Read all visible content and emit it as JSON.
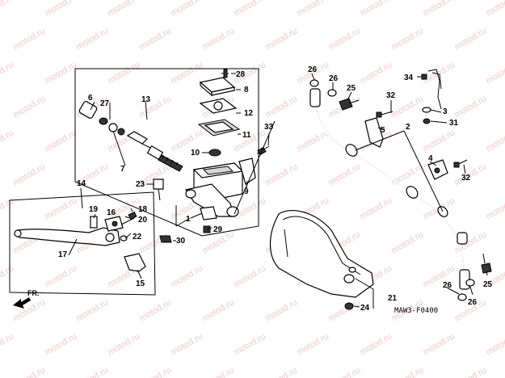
{
  "watermark": "motod.ru",
  "diagram_code": "MAW3-F0400",
  "direction_label": "FR.",
  "callouts": [
    {
      "id": "c1",
      "text": "1"
    },
    {
      "id": "c2",
      "text": "2"
    },
    {
      "id": "c3",
      "text": "3"
    },
    {
      "id": "c4",
      "text": "4"
    },
    {
      "id": "c5",
      "text": "5"
    },
    {
      "id": "c6",
      "text": "6"
    },
    {
      "id": "c7",
      "text": "7"
    },
    {
      "id": "c8",
      "text": "8"
    },
    {
      "id": "c9",
      "text": "9"
    },
    {
      "id": "c10",
      "text": "10"
    },
    {
      "id": "c11",
      "text": "11"
    },
    {
      "id": "c12",
      "text": "12"
    },
    {
      "id": "c13",
      "text": "13"
    },
    {
      "id": "c14",
      "text": "14"
    },
    {
      "id": "c15",
      "text": "15"
    },
    {
      "id": "c16",
      "text": "16"
    },
    {
      "id": "c17",
      "text": "17"
    },
    {
      "id": "c18",
      "text": "18"
    },
    {
      "id": "c19",
      "text": "19"
    },
    {
      "id": "c20",
      "text": "20"
    },
    {
      "id": "c21",
      "text": "21"
    },
    {
      "id": "c22",
      "text": "22"
    },
    {
      "id": "c23",
      "text": "23"
    },
    {
      "id": "c24",
      "text": "24"
    },
    {
      "id": "c25a",
      "text": "25"
    },
    {
      "id": "c25b",
      "text": "25"
    },
    {
      "id": "c26a",
      "text": "26"
    },
    {
      "id": "c26b",
      "text": "26"
    },
    {
      "id": "c26c",
      "text": "26"
    },
    {
      "id": "c26d",
      "text": "26"
    },
    {
      "id": "c27",
      "text": "27"
    },
    {
      "id": "c28",
      "text": "28"
    },
    {
      "id": "c29",
      "text": "29"
    },
    {
      "id": "c30",
      "text": "30"
    },
    {
      "id": "c31",
      "text": "31"
    },
    {
      "id": "c32a",
      "text": "32"
    },
    {
      "id": "c32b",
      "text": "32"
    },
    {
      "id": "c33",
      "text": "33"
    },
    {
      "id": "c34",
      "text": "34"
    }
  ]
}
